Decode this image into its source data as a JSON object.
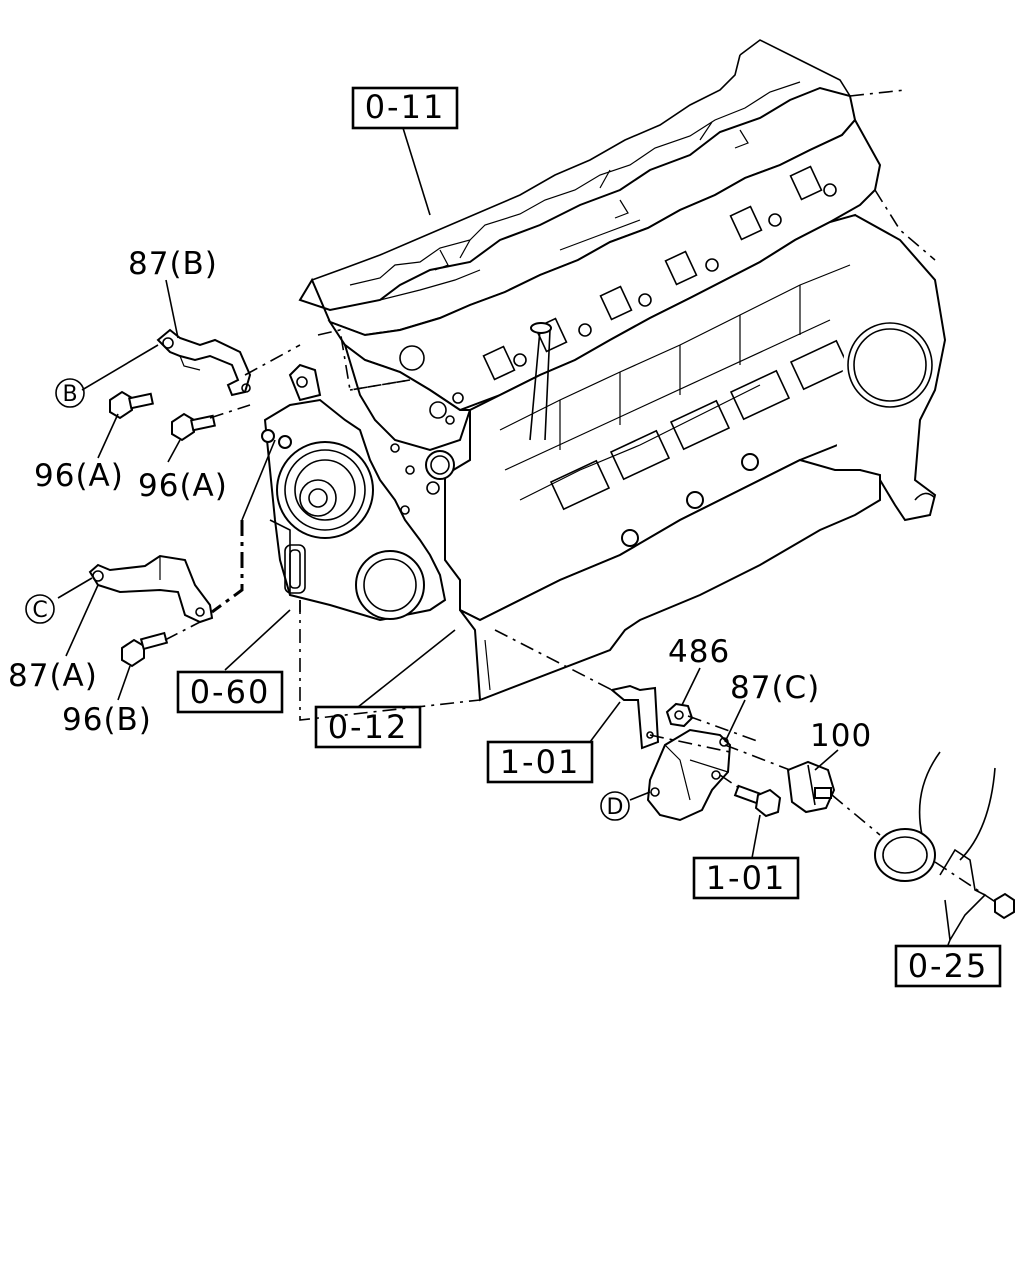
{
  "callout_boxes": {
    "b011": "0-11",
    "b060": "0-60",
    "b012": "0-12",
    "b101a": "1-01",
    "b101b": "1-01",
    "b025": "0-25"
  },
  "part_labels": {
    "p87b": "87(B)",
    "p96a1": "96(A)",
    "p96a2": "96(A)",
    "p87a": "87(A)",
    "p96b": "96(B)",
    "p486": "486",
    "p87c": "87(C)",
    "p100": "100"
  },
  "reference_circles": {
    "rb": "B",
    "rc": "C",
    "rd": "D"
  }
}
